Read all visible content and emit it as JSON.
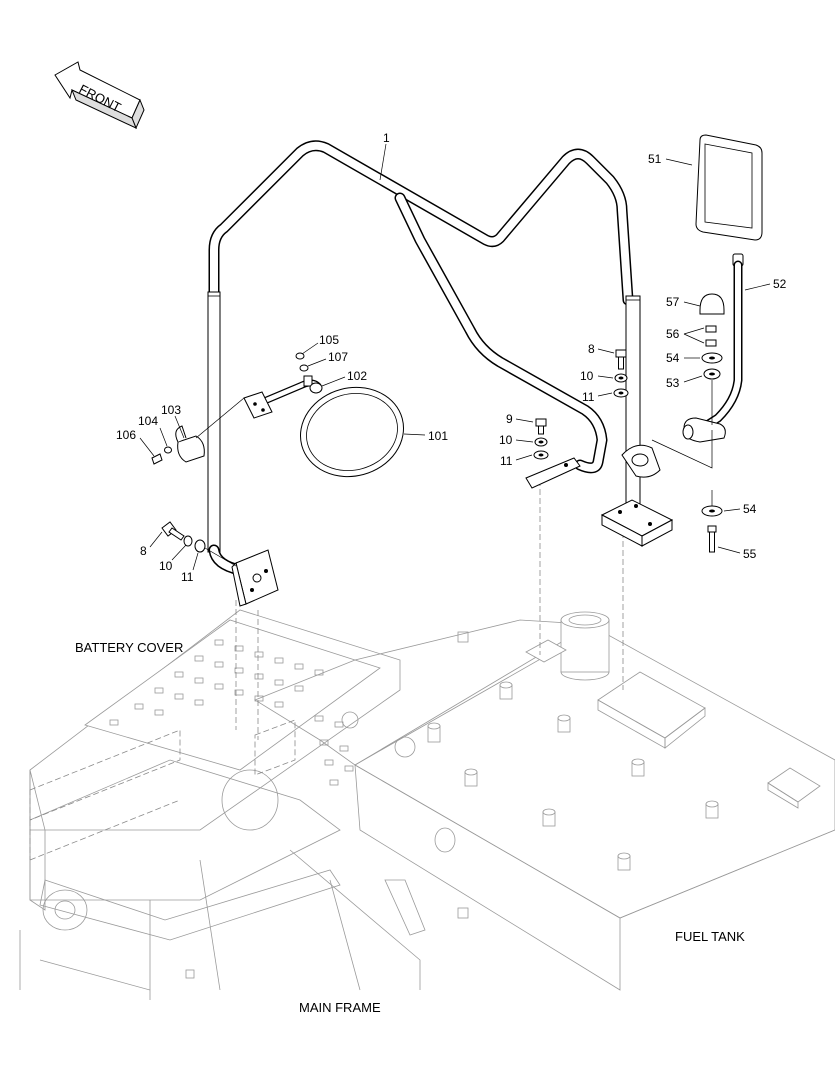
{
  "front_label": "FRONT",
  "area_labels": {
    "battery_cover": "BATTERY COVER",
    "fuel_tank": "FUEL TANK",
    "main_frame": "MAIN FRAME"
  },
  "callouts": {
    "c1": "1",
    "c51": "51",
    "c52": "52",
    "c57": "57",
    "c56": "56",
    "c54a": "54",
    "c53": "53",
    "c54b": "54",
    "c55": "55",
    "c8a": "8",
    "c10a": "10",
    "c11a": "11",
    "c9": "9",
    "c10b": "10",
    "c11b": "11",
    "c105": "105",
    "c107": "107",
    "c102": "102",
    "c101": "101",
    "c103": "103",
    "c104": "104",
    "c106": "106",
    "c8b": "8",
    "c10c": "10",
    "c11c": "11"
  }
}
